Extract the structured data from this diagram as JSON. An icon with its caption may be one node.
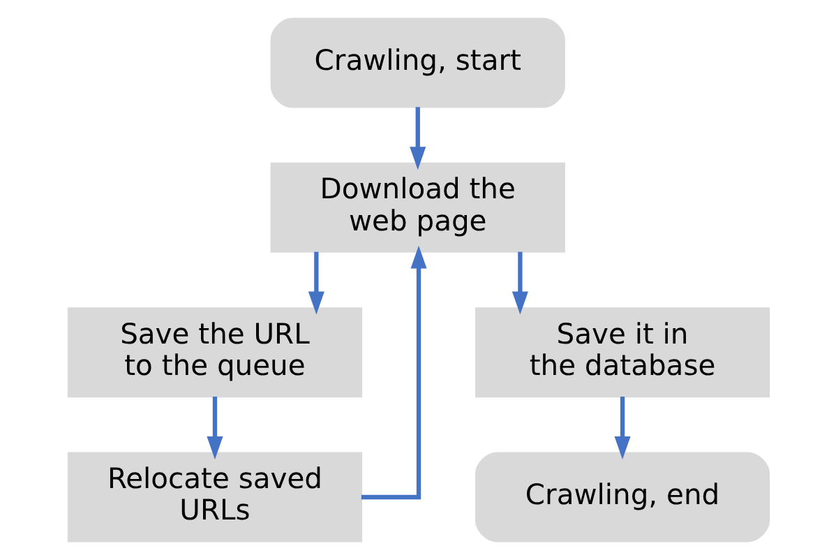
{
  "diagram": {
    "nodes": [
      {
        "text": [
          "Crawling, start"
        ]
      },
      {
        "text": [
          "Download the web page"
        ]
      },
      {
        "text": [
          "Save the URL to the queue"
        ]
      },
      {
        "text": [
          "Relocate saved URLs"
        ]
      },
      {
        "text": [
          "Save it in the database"
        ]
      },
      {
        "text": [
          "Crawling, end"
        ]
      }
    ],
    "edges": [
      {
        "from": 0,
        "to": 1,
        "arrow": "to"
      },
      {
        "from": 1,
        "to": 2,
        "arrow": "to"
      },
      {
        "from": 2,
        "to": 3,
        "arrow": "to"
      },
      {
        "from": 3,
        "to": 1,
        "arrow": "to"
      },
      {
        "from": 1,
        "to": 4,
        "arrow": "to"
      },
      {
        "from": 4,
        "to": 5,
        "arrow": "to"
      }
    ]
  }
}
